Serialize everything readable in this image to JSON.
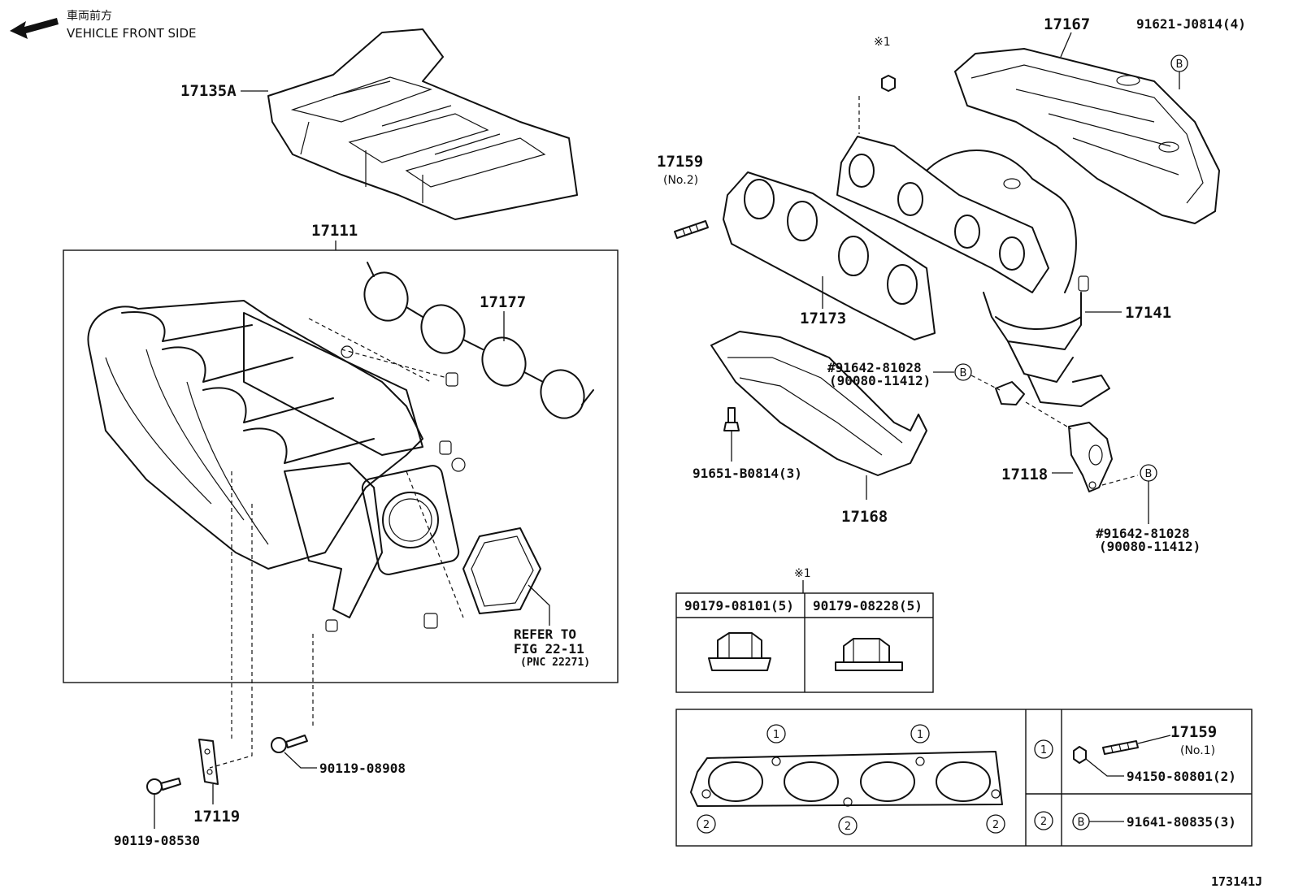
{
  "header": {
    "front_jp": "車両前方",
    "front_en": "VEHICLE FRONT SIDE"
  },
  "parts": {
    "p17135a": "17135A",
    "p17111": "17111",
    "p17177": "17177",
    "p17159_top": "17159",
    "p17159_top_sub": "(No.2)",
    "p17167": "17167",
    "p91621": "91621-J0814(4)",
    "p17173": "17173",
    "p17141": "17141",
    "p91642_a": "#91642-81028",
    "p90080_a": "(90080-11412)",
    "p91651": "91651-B0814(3)",
    "p17168": "17168",
    "p17118": "17118",
    "p91642_b": "#91642-81028",
    "p90080_b": "(90080-11412)",
    "p90119_08908": "90119-08908",
    "p17119": "17119",
    "p90119_08530": "90119-08530",
    "refer_1": "REFER TO",
    "refer_2": "FIG 22-11",
    "refer_3": "(PNC 22271)",
    "mark_1_top": "※1",
    "mark_1_table": "※1",
    "b_letter": "B"
  },
  "nut_table": {
    "col1": "90179-08101(5)",
    "col2": "90179-08228(5)"
  },
  "gasket_table": {
    "circle_1": "1",
    "circle_2": "2",
    "row1_part": "17159",
    "row1_sub": "(No.1)",
    "row1_nut": "94150-80801(2)",
    "row2_bolt": "91641-80835(3)"
  },
  "footer": {
    "code": "173141J"
  }
}
